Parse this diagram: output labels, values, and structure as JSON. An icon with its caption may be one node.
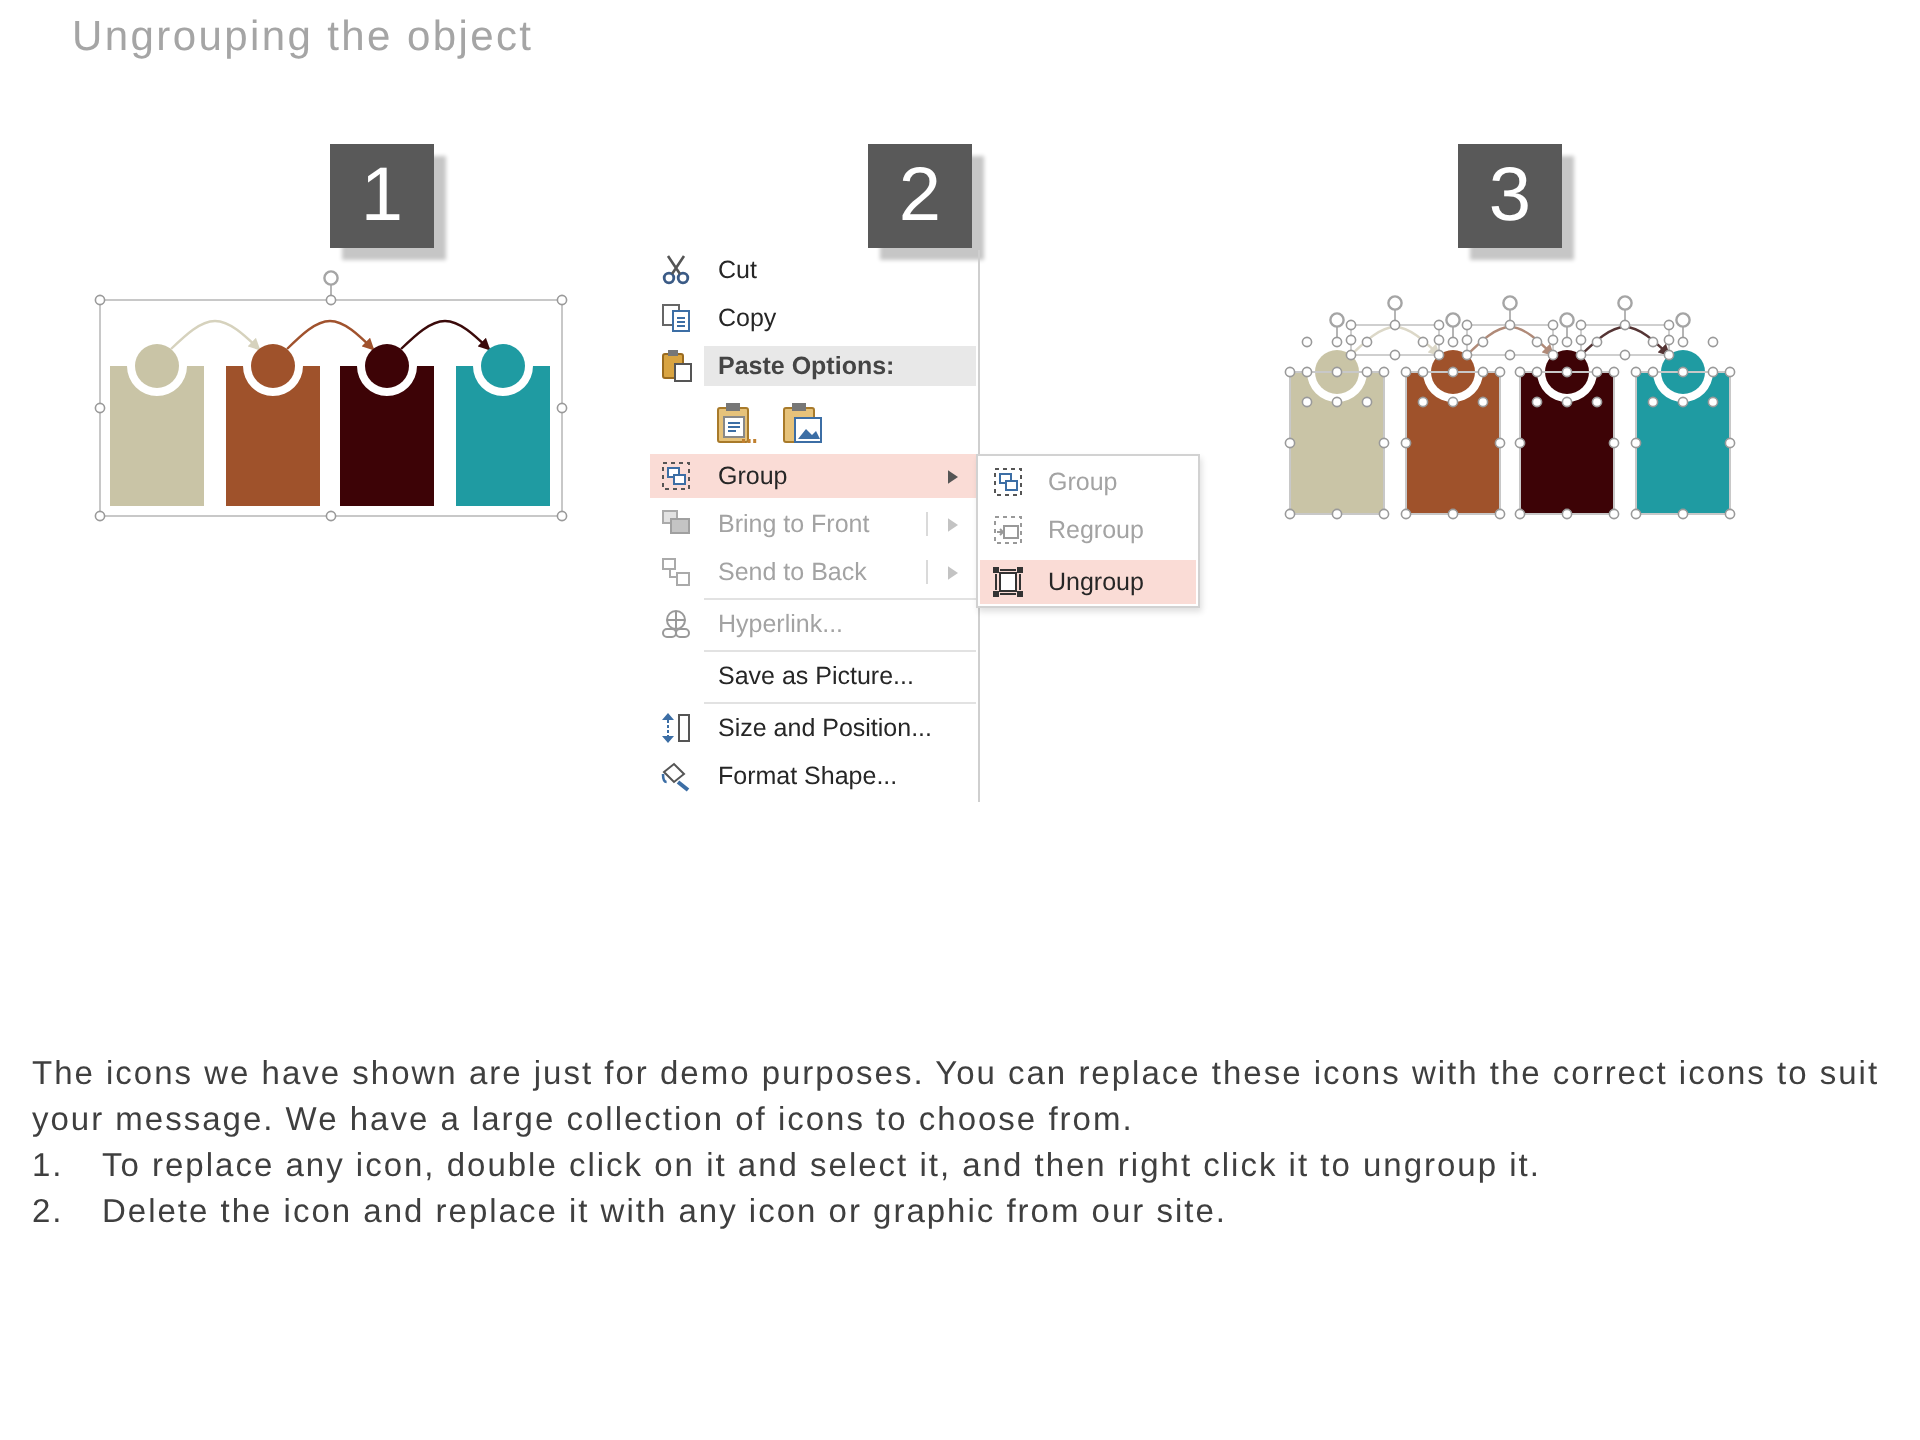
{
  "diagram": {
    "title": "Ungrouping the object",
    "nodes": [
      {
        "text": [
          "1"
        ]
      },
      {
        "text": [],
        "shape": "box"
      },
      {
        "text": [],
        "shape": "box"
      },
      {
        "text": [],
        "shape": "box"
      },
      {
        "text": [],
        "shape": "box"
      },
      {
        "text": [
          "2"
        ]
      },
      {
        "text": [
          "Cut",
          "Copy",
          "Paste Options:",
          "Group",
          "Bring to Front",
          "Send to Back",
          "Hyperlink...",
          "Save as Picture...",
          "Size and Position...",
          "Format Shape..."
        ]
      },
      {
        "text": [
          "Group",
          "Regroup",
          "Ungroup"
        ]
      },
      {
        "text": [
          "3"
        ]
      },
      {
        "text": [],
        "shape": "box"
      },
      {
        "text": [],
        "shape": "box"
      },
      {
        "text": [],
        "shape": "box"
      },
      {
        "text": [],
        "shape": "box"
      }
    ],
    "edges": [
      {
        "from": 1,
        "to": 2,
        "arrow": "to",
        "color": "#d6d2bd"
      },
      {
        "from": 2,
        "to": 3,
        "arrow": "to",
        "color": "#a0522d"
      },
      {
        "from": 3,
        "to": 4,
        "arrow": "to",
        "color": "#3b0a0a"
      },
      {
        "from": 9,
        "to": 10,
        "arrow": "to",
        "color": "#dcd8c8"
      },
      {
        "from": 10,
        "to": 11,
        "arrow": "to",
        "color": "#b08a78"
      },
      {
        "from": 11,
        "to": 12,
        "arrow": "to",
        "color": "#553535"
      }
    ],
    "labels": [
      "The icons we have shown are just for demo purposes. You can replace these icons with the correct icons to suit your message. We have a large collection of icons to choose from.",
      "1.",
      "To replace any icon, double click on it and select it, and then right click it to ungroup it.",
      "2.",
      "Delete the icon and replace it with any icon or graphic from our site."
    ]
  }
}
